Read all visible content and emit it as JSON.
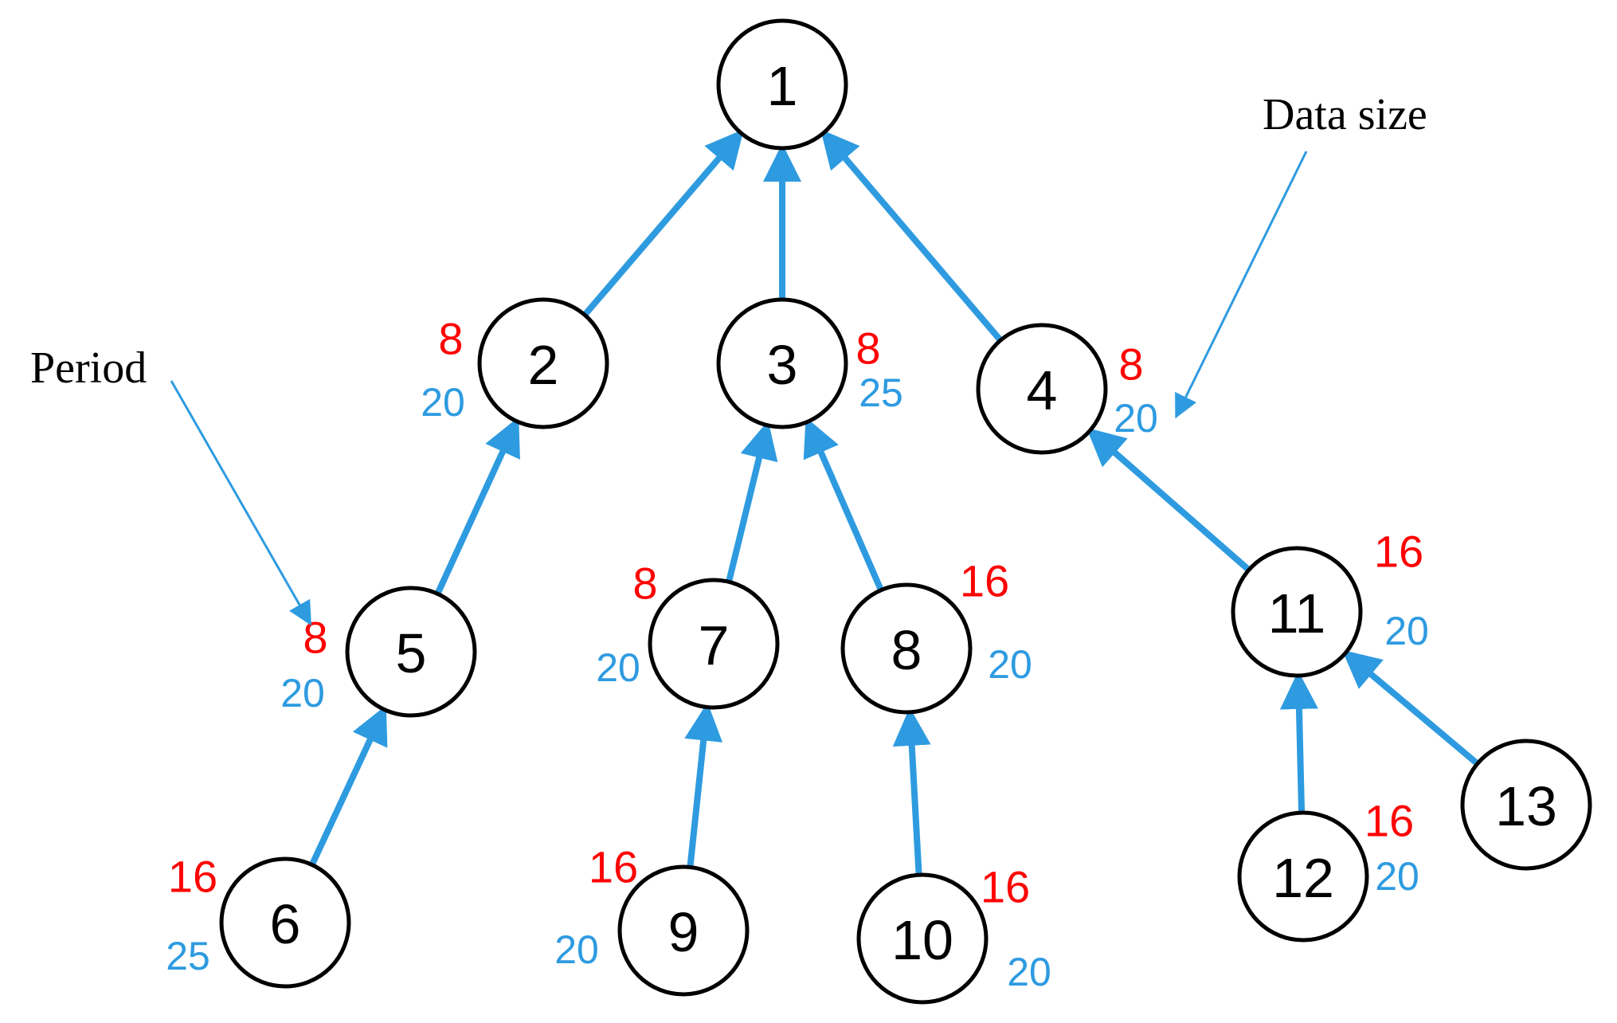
{
  "colors": {
    "edge": "#2e9be0",
    "period": "#ff0000",
    "data_size": "#2e9be0",
    "node_stroke": "#000000"
  },
  "annotations": {
    "period": "Period",
    "data_size": "Data size"
  },
  "nodes": [
    {
      "id": "1",
      "label": "1",
      "period": "",
      "data_size": ""
    },
    {
      "id": "2",
      "label": "2",
      "period": "8",
      "data_size": "20"
    },
    {
      "id": "3",
      "label": "3",
      "period": "8",
      "data_size": "25"
    },
    {
      "id": "4",
      "label": "4",
      "period": "8",
      "data_size": "20"
    },
    {
      "id": "5",
      "label": "5",
      "period": "8",
      "data_size": "20"
    },
    {
      "id": "6",
      "label": "6",
      "period": "16",
      "data_size": "25"
    },
    {
      "id": "7",
      "label": "7",
      "period": "8",
      "data_size": "20"
    },
    {
      "id": "8",
      "label": "8",
      "period": "16",
      "data_size": "20"
    },
    {
      "id": "9",
      "label": "9",
      "period": "16",
      "data_size": "20"
    },
    {
      "id": "10",
      "label": "10",
      "period": "16",
      "data_size": "20"
    },
    {
      "id": "11",
      "label": "11",
      "period": "16",
      "data_size": "20"
    },
    {
      "id": "12",
      "label": "12",
      "period": "16",
      "data_size": "20"
    },
    {
      "id": "13",
      "label": "13",
      "period": "",
      "data_size": ""
    }
  ],
  "edges": [
    {
      "from": "2",
      "to": "1"
    },
    {
      "from": "3",
      "to": "1"
    },
    {
      "from": "4",
      "to": "1"
    },
    {
      "from": "5",
      "to": "2"
    },
    {
      "from": "6",
      "to": "5"
    },
    {
      "from": "7",
      "to": "3"
    },
    {
      "from": "8",
      "to": "3"
    },
    {
      "from": "9",
      "to": "7"
    },
    {
      "from": "10",
      "to": "8"
    },
    {
      "from": "11",
      "to": "4"
    },
    {
      "from": "12",
      "to": "11"
    },
    {
      "from": "13",
      "to": "11"
    }
  ]
}
